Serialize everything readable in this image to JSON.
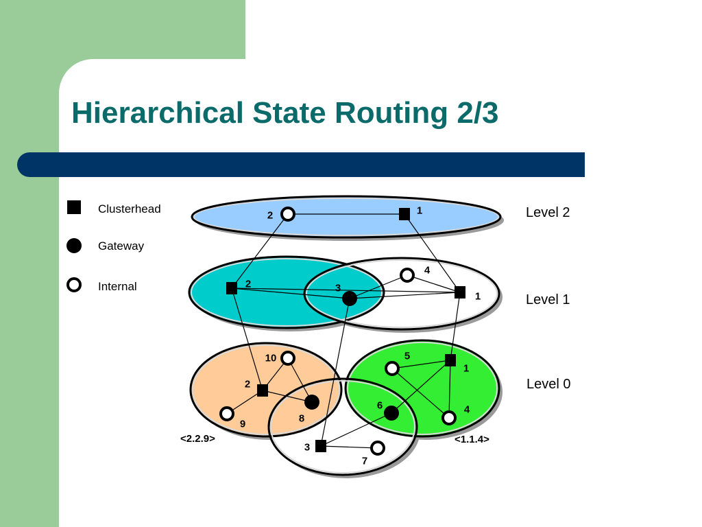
{
  "colors": {
    "sidebar": "#99cc99",
    "title": "#0b6b6b",
    "banner": "#003366"
  },
  "slide": {
    "title": "Hierarchical State Routing 2/3"
  },
  "legend": [
    {
      "icon": "clusterhead-icon",
      "label": "Clusterhead"
    },
    {
      "icon": "gateway-icon",
      "label": "Gateway"
    },
    {
      "icon": "internal-icon",
      "label": "Internal"
    }
  ],
  "levels": [
    "Level 2",
    "Level 1",
    "Level 0"
  ],
  "diagram": {
    "cluster_fills": [
      "#99ccff",
      "#00cccc",
      "#ffffff",
      "#ffcc99",
      "#33ee33",
      "#ffffff"
    ],
    "nodes": [
      {
        "label": "2",
        "type": "internal"
      },
      {
        "label": "1",
        "type": "clusterhead"
      },
      {
        "label": "2",
        "type": "clusterhead"
      },
      {
        "label": "3",
        "type": "gateway"
      },
      {
        "label": "4",
        "type": "internal"
      },
      {
        "label": "1",
        "type": "clusterhead"
      },
      {
        "label": "10",
        "type": "internal"
      },
      {
        "label": "2",
        "type": "clusterhead"
      },
      {
        "label": "9",
        "type": "internal"
      },
      {
        "label": "8",
        "type": "gateway"
      },
      {
        "label": "5",
        "type": "internal"
      },
      {
        "label": "1",
        "type": "clusterhead"
      },
      {
        "label": "6",
        "type": "gateway"
      },
      {
        "label": "4",
        "type": "internal"
      },
      {
        "label": "3",
        "type": "clusterhead"
      },
      {
        "label": "7",
        "type": "internal"
      }
    ],
    "addresses": [
      "<2.2.9>",
      "<1.1.4>"
    ]
  }
}
